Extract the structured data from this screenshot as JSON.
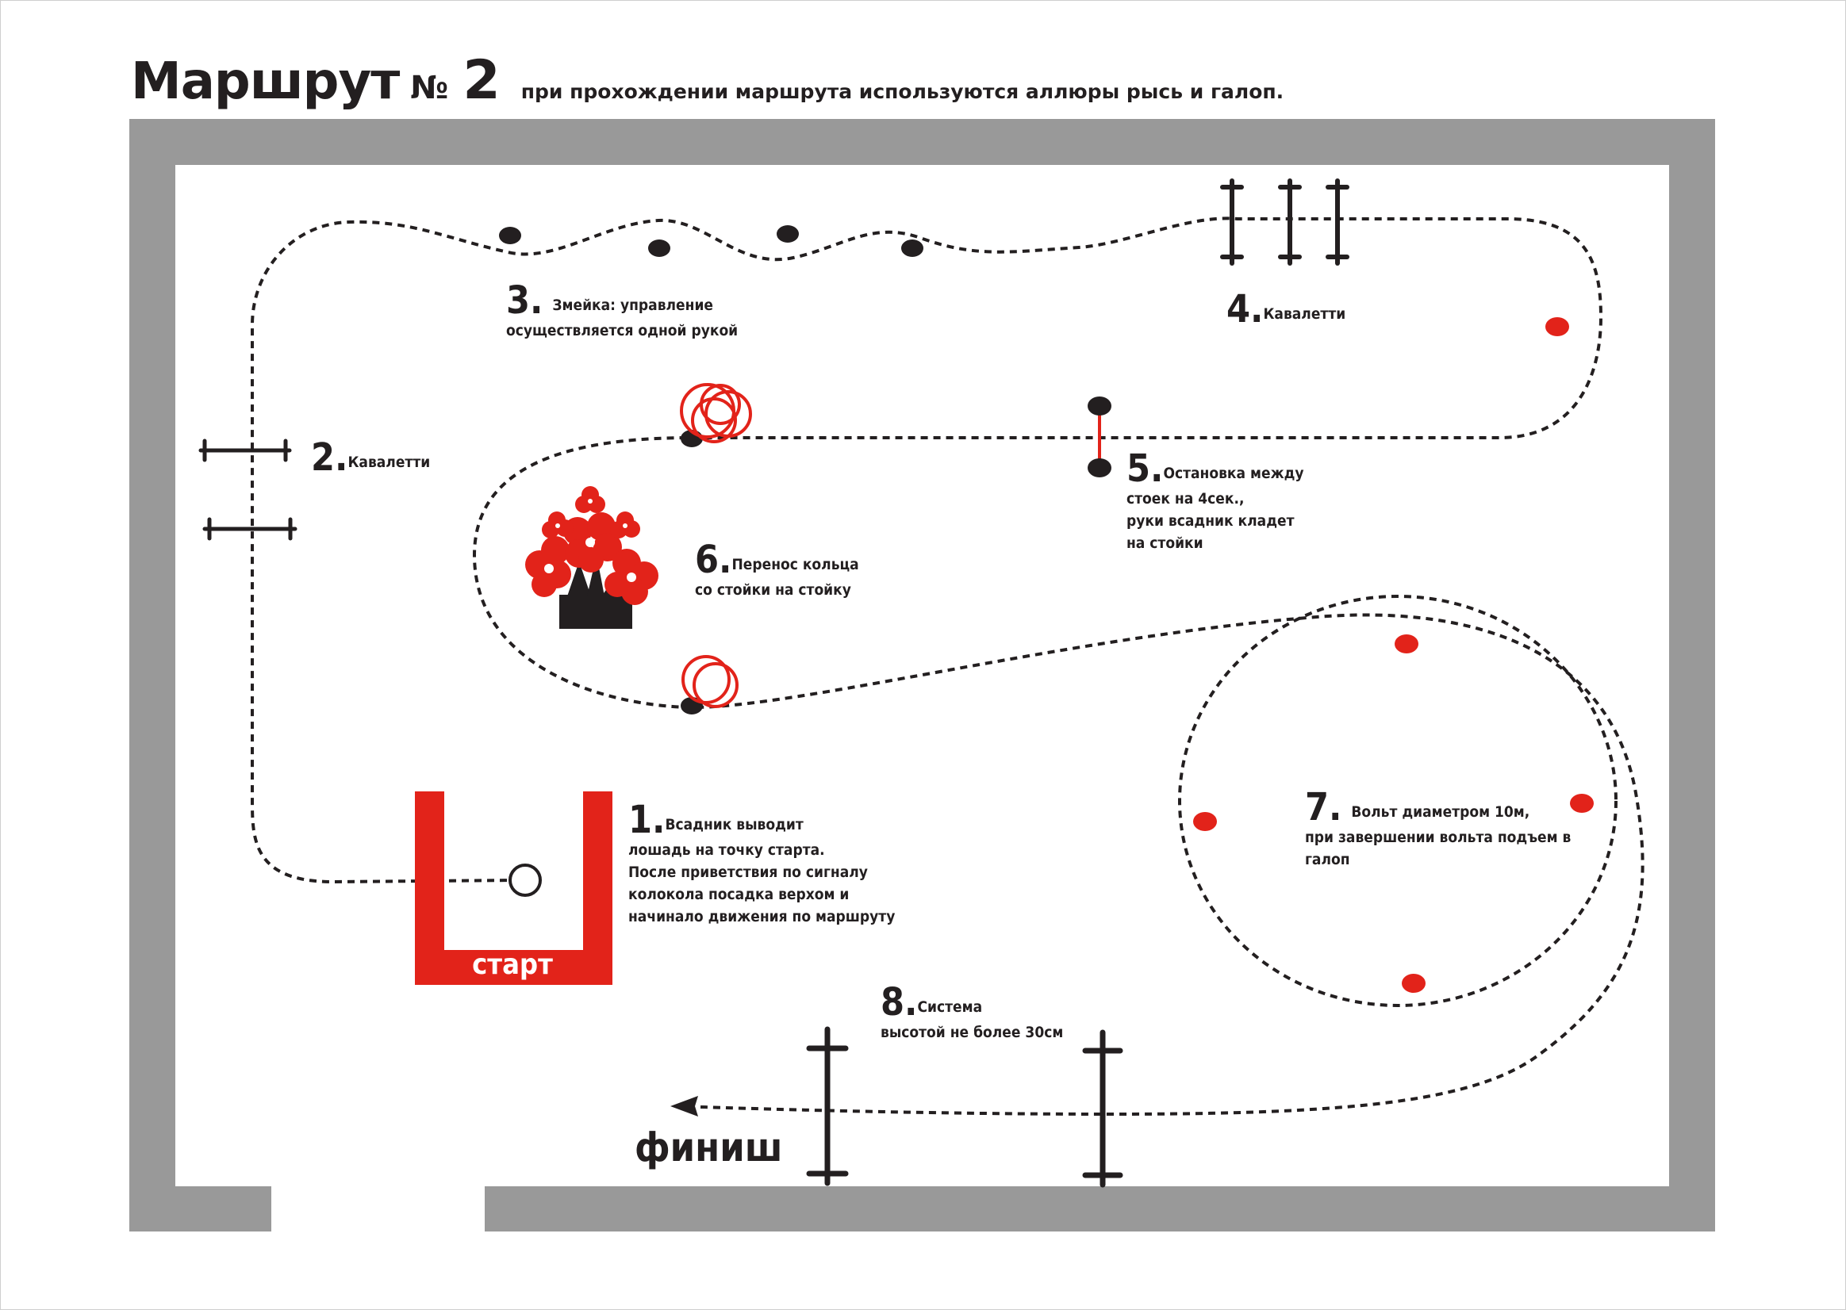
{
  "title": {
    "main": "Маршрут",
    "number_sign": "№",
    "number": "2",
    "subtitle": "при прохождении маршрута используются аллюры рысь и галоп."
  },
  "stations": [
    {
      "num": "1.",
      "lines": [
        "Всадник выводит",
        "лошадь на точку старта.",
        "После приветствия по сигналу",
        "колокола посадка верхом и",
        "начинало движения по маршруту"
      ]
    },
    {
      "num": "2.",
      "lines": [
        "Кавалетти"
      ]
    },
    {
      "num": "3.",
      "lines": [
        "Змейка: управление",
        "осуществляется одной рукой"
      ]
    },
    {
      "num": "4.",
      "lines": [
        "Кавалетти"
      ]
    },
    {
      "num": "5.",
      "lines": [
        "Остановка между",
        "стоек на 4сек.,",
        "руки всадник кладет",
        "на стойки"
      ]
    },
    {
      "num": "6.",
      "lines": [
        "Перенос кольца",
        "со стойки на стойку"
      ]
    },
    {
      "num": "7.",
      "lines": [
        "Вольт диаметром 10м,",
        "при завершении вольта подъем в",
        " галоп"
      ]
    },
    {
      "num": "8.",
      "lines": [
        "Система",
        "высотой не более 30см"
      ]
    }
  ],
  "start_label": "старт",
  "finish_label": "финиш",
  "colors": {
    "wall": "#999999",
    "accent_red": "#e2231a",
    "ink": "#231f20"
  },
  "icons": [
    "cavaletti-pole-icon",
    "cone-icon",
    "ring-icon",
    "flower-pot-icon",
    "finish-arrow-icon"
  ]
}
